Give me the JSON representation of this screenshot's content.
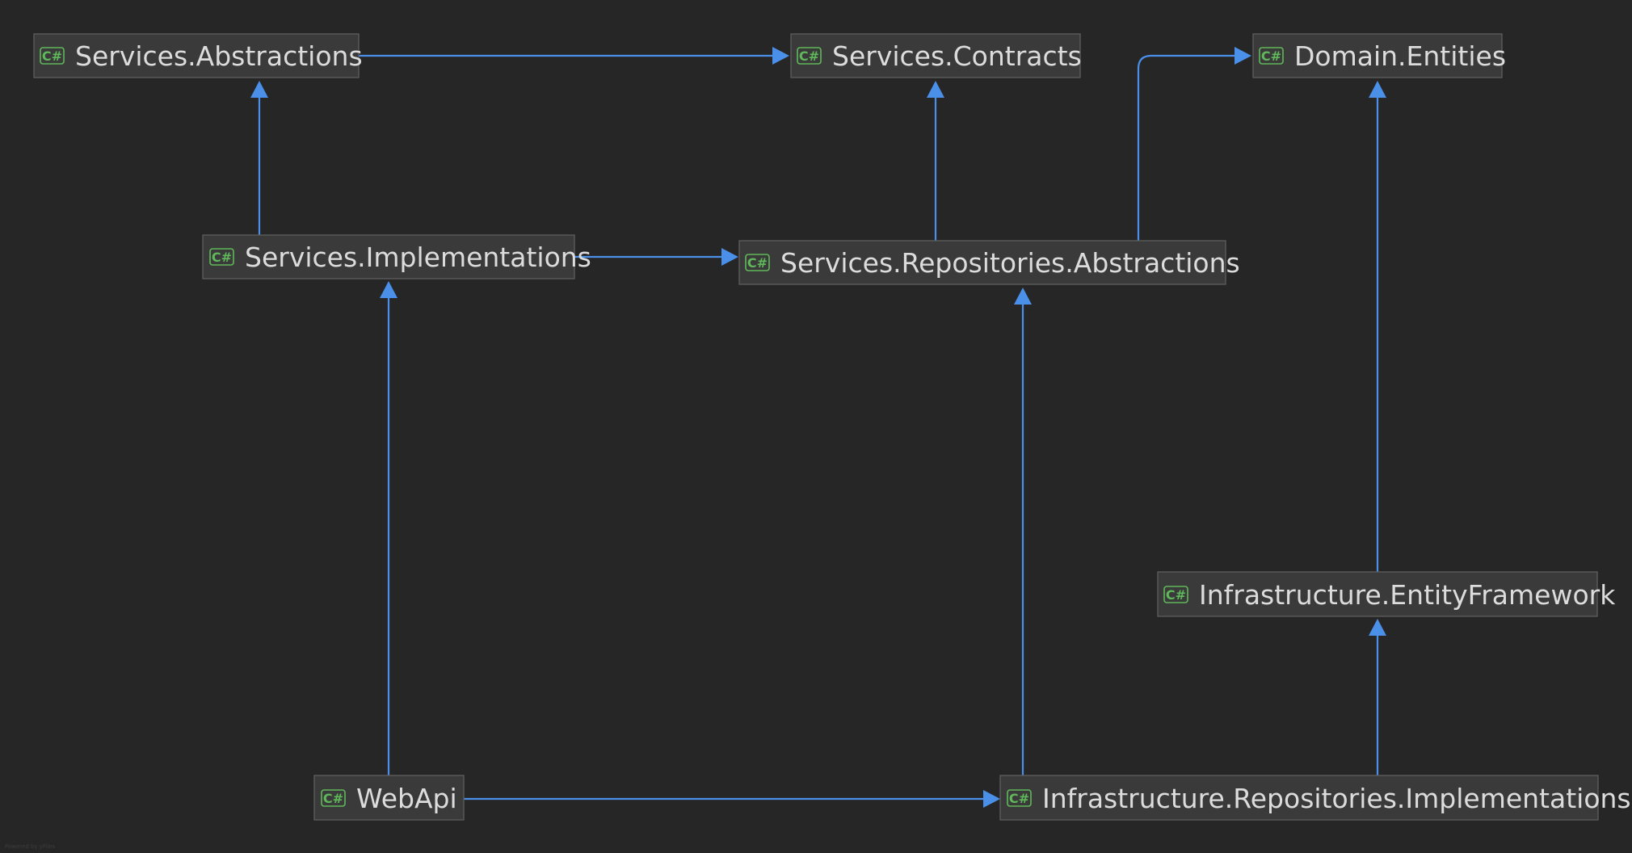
{
  "diagram": {
    "badge_text": "C#",
    "nodes": {
      "services_abstractions": "Services.Abstractions",
      "services_contracts": "Services.Contracts",
      "domain_entities": "Domain.Entities",
      "services_implementations": "Services.Implementations",
      "services_repositories_abstractions": "Services.Repositories.Abstractions",
      "infrastructure_entityframework": "Infrastructure.EntityFramework",
      "webapi": "WebApi",
      "infrastructure_repositories_implementations": "Infrastructure.Repositories.Implementations"
    },
    "edges": [
      {
        "from": "Services.Abstractions",
        "to": "Services.Contracts"
      },
      {
        "from": "Services.Implementations",
        "to": "Services.Abstractions"
      },
      {
        "from": "Services.Implementations",
        "to": "Services.Repositories.Abstractions"
      },
      {
        "from": "Services.Repositories.Abstractions",
        "to": "Services.Contracts"
      },
      {
        "from": "Services.Repositories.Abstractions",
        "to": "Domain.Entities"
      },
      {
        "from": "Infrastructure.EntityFramework",
        "to": "Domain.Entities"
      },
      {
        "from": "WebApi",
        "to": "Services.Implementations"
      },
      {
        "from": "WebApi",
        "to": "Infrastructure.Repositories.Implementations"
      },
      {
        "from": "Infrastructure.Repositories.Implementations",
        "to": "Services.Repositories.Abstractions"
      },
      {
        "from": "Infrastructure.Repositories.Implementations",
        "to": "Infrastructure.EntityFramework"
      }
    ],
    "colors": {
      "background": "#262626",
      "edge": "#4a8fe8",
      "badge": "#5fb85a",
      "node_fill": "#3a3a3a",
      "node_text": "#dcdcdc"
    },
    "footer": "Powered by yFiles"
  }
}
